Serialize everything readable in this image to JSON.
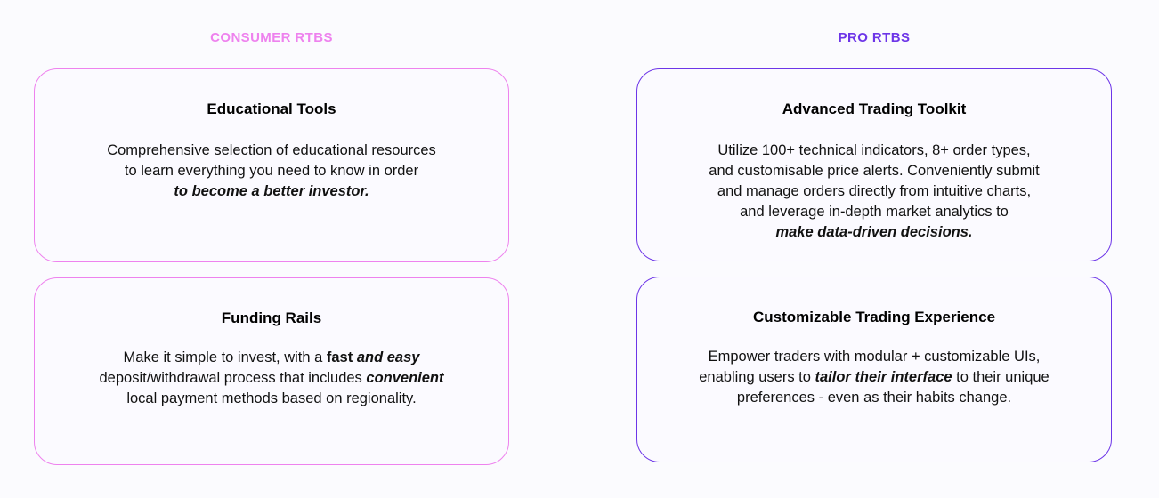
{
  "page": {
    "background_color": "#fbfbfe"
  },
  "columns": [
    {
      "id": "consumer",
      "header": "CONSUMER RTBS",
      "accent_color": "#ee82ee",
      "cards": [
        {
          "title": "Educational Tools",
          "body_segments": [
            {
              "text": "Comprehensive selection of educational resources\nto learn everything you need to know in order\n",
              "style": "normal"
            },
            {
              "text": "to become a better investor.",
              "style": "bold-italic"
            }
          ]
        },
        {
          "title": "Funding Rails",
          "body_segments": [
            {
              "text": "Make it simple to invest, with a ",
              "style": "normal"
            },
            {
              "text": "fast ",
              "style": "bold"
            },
            {
              "text": "and easy",
              "style": "bold-italic"
            },
            {
              "text": "\ndeposit/withdrawal process that includes ",
              "style": "normal"
            },
            {
              "text": "convenient",
              "style": "bold-italic"
            },
            {
              "text": "\nlocal payment methods based on regionality.",
              "style": "normal"
            }
          ]
        }
      ]
    },
    {
      "id": "pro",
      "header": "PRO RTBS",
      "accent_color": "#6d35e8",
      "cards": [
        {
          "title": "Advanced Trading Toolkit",
          "body_segments": [
            {
              "text": "Utilize 100+ technical indicators, 8+ order types,\nand customisable price alerts. Conveniently submit\nand manage orders directly from intuitive charts,\nand leverage in-depth market analytics to\n",
              "style": "normal"
            },
            {
              "text": "make data-driven decisions.",
              "style": "bold-italic"
            }
          ]
        },
        {
          "title": "Customizable Trading Experience",
          "body_segments": [
            {
              "text": "Empower traders with modular + customizable UIs,\nenabling users to ",
              "style": "normal"
            },
            {
              "text": "tailor their interface",
              "style": "bold-italic"
            },
            {
              "text": " to their unique\npreferences - even as their habits change.",
              "style": "normal"
            }
          ]
        }
      ]
    }
  ]
}
